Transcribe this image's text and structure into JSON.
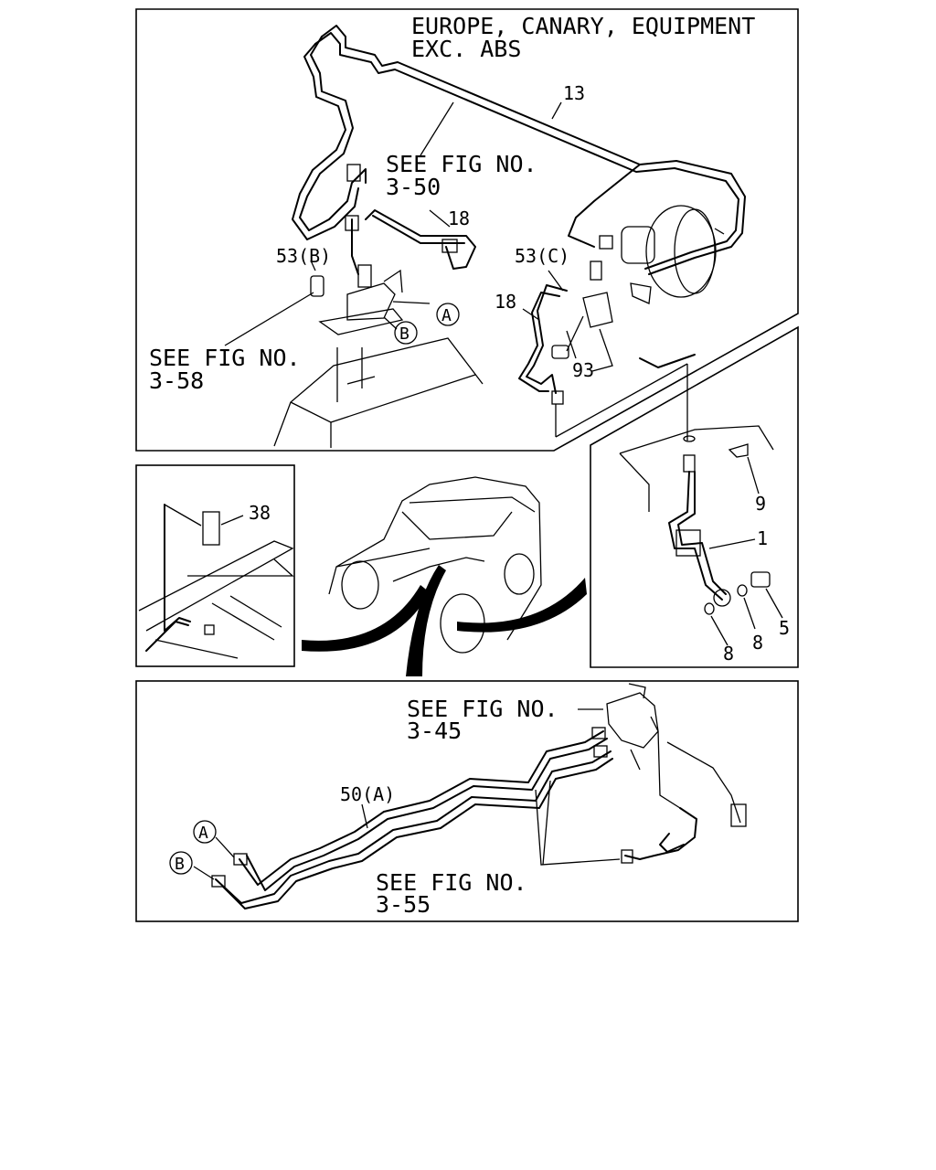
{
  "header": {
    "title_line1": "EUROPE, CANARY, EQUIPMENT",
    "title_line2": "EXC. ABS"
  },
  "refs": {
    "fig_350_a": "SEE FIG NO.",
    "fig_350_b": "3-50",
    "fig_358_a": "SEE FIG NO.",
    "fig_358_b": "3-58",
    "fig_345_a": "SEE FIG NO.",
    "fig_345_b": "3-45",
    "fig_355_a": "SEE FIG NO.",
    "fig_355_b": "3-55"
  },
  "parts": {
    "p13": "13",
    "p18a": "18",
    "p18b": "18",
    "p53b": "53(B)",
    "p53c": "53(C)",
    "p93": "93",
    "p38": "38",
    "p9": "9",
    "p1": "1",
    "p5": "5",
    "p8a": "8",
    "p8b": "8",
    "p50a": "50(A)"
  },
  "markers": {
    "a_top": "A",
    "b_top": "B",
    "a_bottom": "A",
    "b_bottom": "B"
  }
}
